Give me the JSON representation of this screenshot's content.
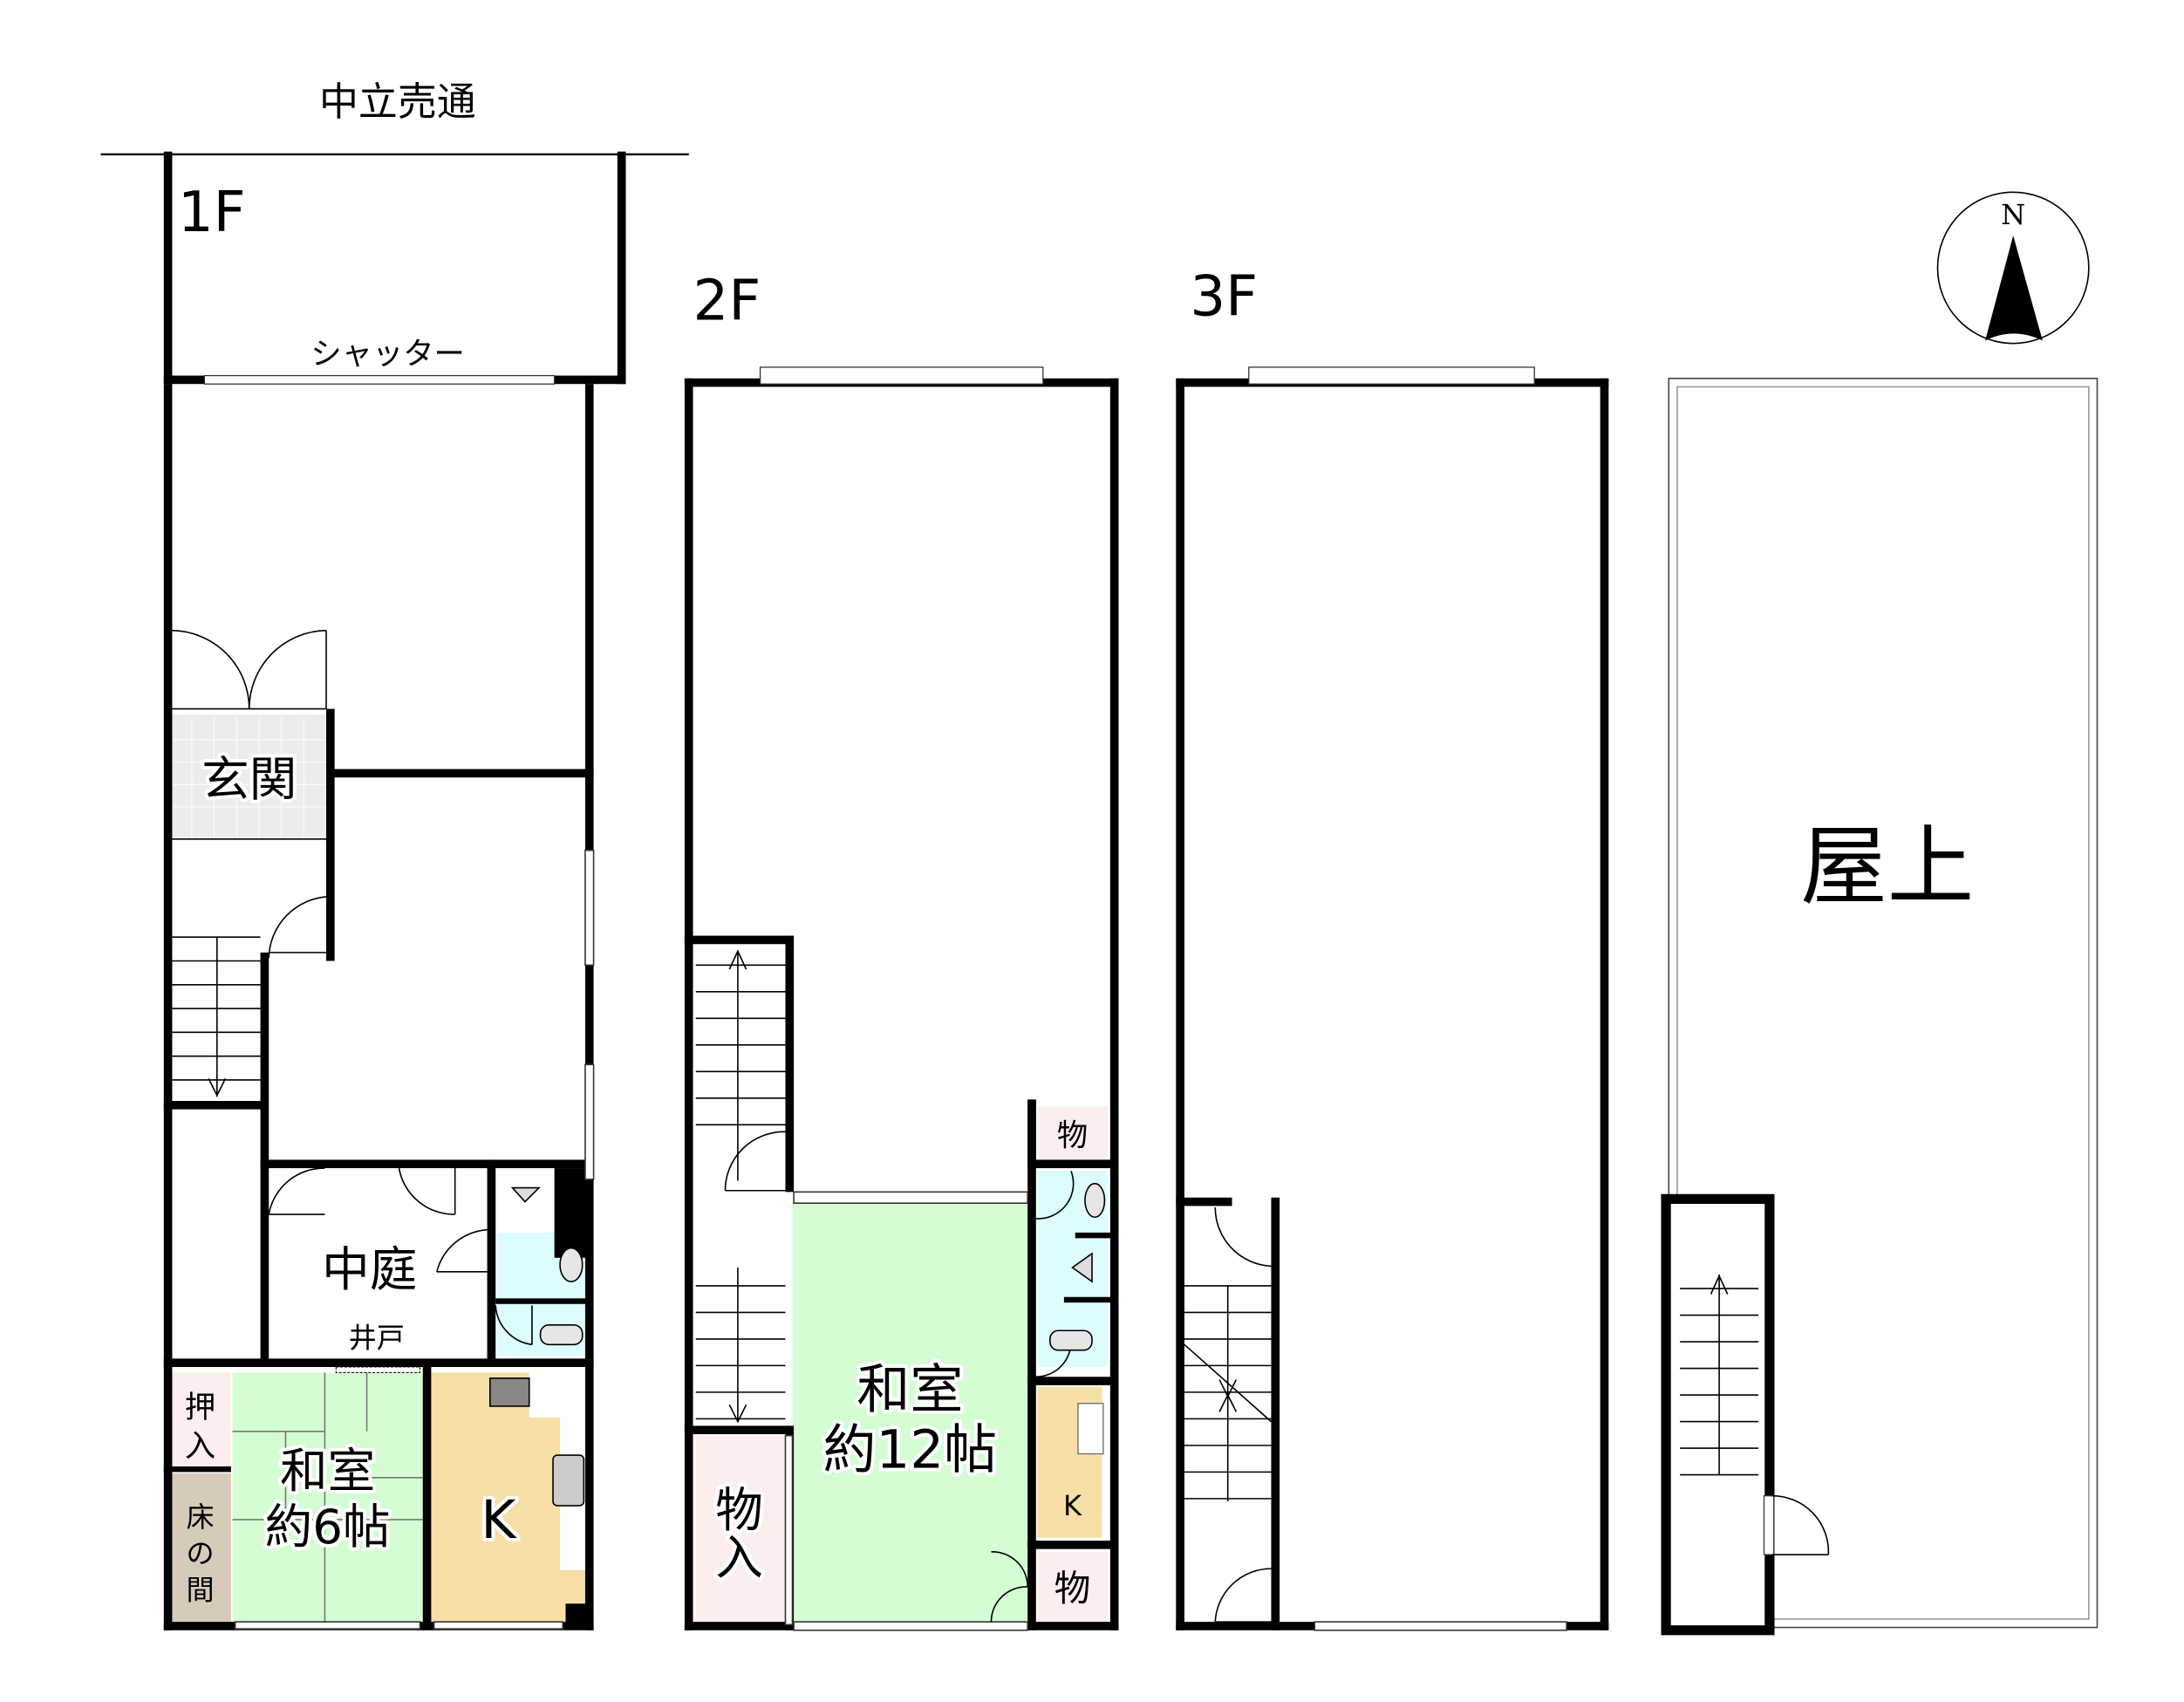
{
  "street": {
    "label": "中立売通"
  },
  "floors": {
    "f1": {
      "label": "1F",
      "shutter": "シャッター",
      "rooms": {
        "genkan": "玄関",
        "nakaniwa": "中庭",
        "ido": "井戸",
        "oshiire_1": "押",
        "oshiire_2": "入",
        "toko_1": "床",
        "toko_2": "の",
        "toko_3": "間",
        "washitsu_1": "和室",
        "washitsu_2": "約6帖",
        "kitchen": "K"
      }
    },
    "f2": {
      "label": "2F",
      "rooms": {
        "storage_top": "物",
        "monoire_1": "物",
        "monoire_2": "入",
        "washitsu_1": "和室",
        "washitsu_2": "約12帖",
        "kitchen": "K",
        "storage_bottom": "物"
      }
    },
    "f3": {
      "label": "3F"
    },
    "roof": {
      "label": "屋上"
    }
  },
  "compass": {
    "label": "N"
  },
  "colors": {
    "tatami": "#d4fdd4",
    "kitchen": "#f6e0a8",
    "wet": "#dcfcfe",
    "storage": "#fdeeee",
    "tokonoma": "#d6cbb8",
    "genkan": "#ececec",
    "wall": "#000000"
  }
}
